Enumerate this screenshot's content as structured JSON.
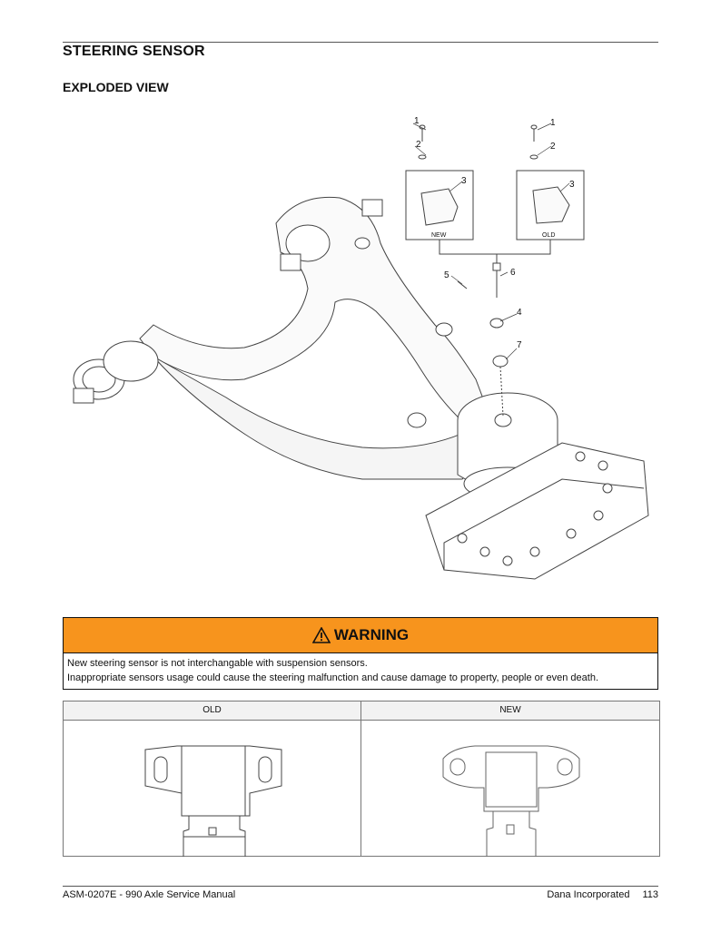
{
  "page": {
    "title": "STEERING SENSOR",
    "subtitle": "EXPLODED VIEW"
  },
  "diagram": {
    "callouts": [
      "1",
      "2",
      "3",
      "1",
      "2",
      "3",
      "5",
      "6",
      "4",
      "7"
    ],
    "box_new_label": "NEW",
    "box_old_label": "OLD"
  },
  "warning": {
    "title": "WARNING",
    "lines": [
      "New steering sensor is not interchangable with suspension sensors.",
      "Inappropriate sensors usage could cause the steering malfunction and cause damage to property, people or even death."
    ],
    "color": "#f7941d"
  },
  "comparison": {
    "headers": [
      "OLD",
      "NEW"
    ]
  },
  "footer": {
    "manual": "ASM-0207E - 990 Axle Service Manual",
    "company": "Dana Incorporated",
    "page_number": "113"
  }
}
